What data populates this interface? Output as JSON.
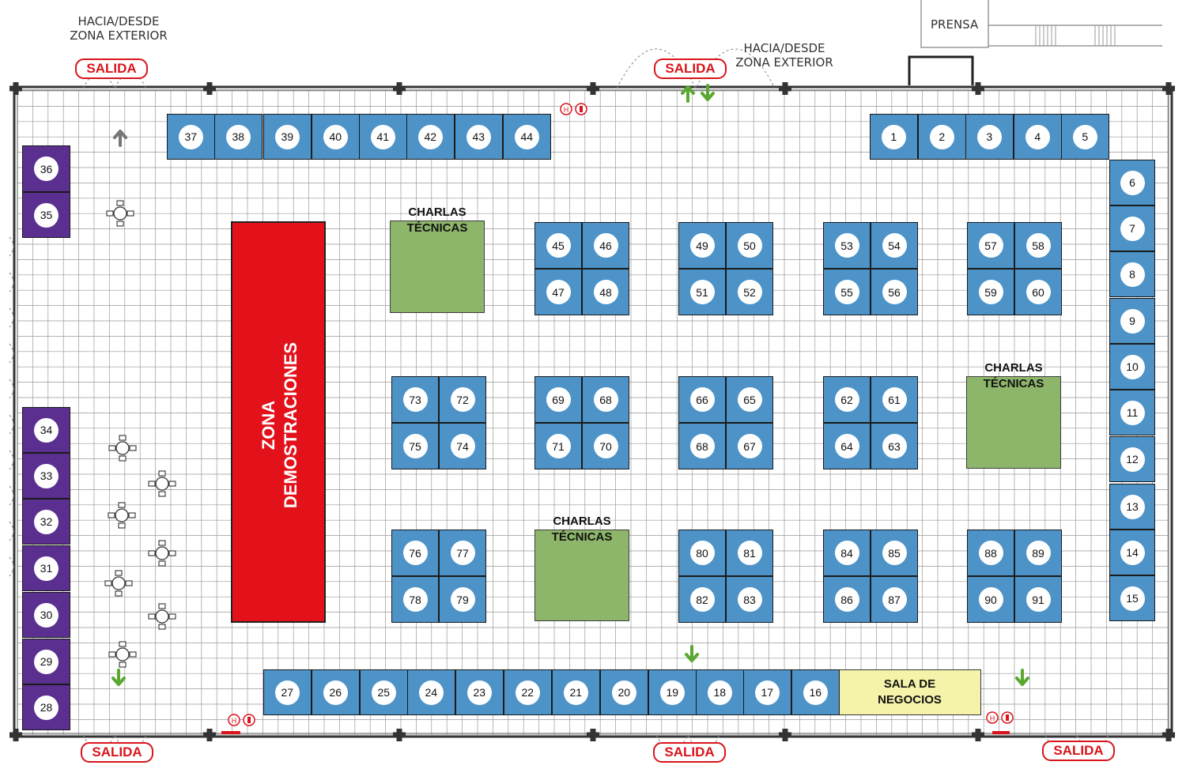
{
  "labels": {
    "exterior_left": "HACIA/DESDE\nZONA EXTERIOR",
    "exterior_top": "HACIA/DESDE\nZONA EXTERIOR",
    "prensa": "PRENSA"
  },
  "exits": [
    "SALIDA",
    "SALIDA",
    "SALIDA",
    "SALIDA",
    "SALIDA"
  ],
  "zones": {
    "charlas_1": "CHARLAS\nTÉCNICAS",
    "charlas_2": "CHARLAS\nTÉCNICAS",
    "charlas_3": "CHARLAS\nTÉCNICAS",
    "demostraciones": "ZONA\nDEMOSTRACIONES",
    "sala_negocios": "SALA DE\nNEGOCIOS"
  },
  "booths": [
    "1",
    "2",
    "3",
    "4",
    "5",
    "6",
    "7",
    "8",
    "9",
    "10",
    "11",
    "12",
    "13",
    "14",
    "15",
    "16",
    "17",
    "18",
    "19",
    "20",
    "21",
    "22",
    "23",
    "24",
    "25",
    "26",
    "27",
    "28",
    "29",
    "30",
    "31",
    "32",
    "33",
    "34",
    "35",
    "36",
    "37",
    "38",
    "39",
    "40",
    "41",
    "42",
    "43",
    "44",
    "45",
    "46",
    "47",
    "48",
    "49",
    "50",
    "51",
    "52",
    "53",
    "54",
    "55",
    "56",
    "57",
    "58",
    "59",
    "60",
    "61",
    "62",
    "63",
    "64",
    "65",
    "66",
    "67",
    "68",
    "69",
    "70",
    "71",
    "72",
    "73",
    "74",
    "75",
    "76",
    "77",
    "78",
    "79",
    "80",
    "81",
    "82",
    "83",
    "84",
    "85",
    "86",
    "87",
    "88",
    "89",
    "90",
    "91"
  ],
  "colors": {
    "booth": "#4d93c8",
    "booth_side": "#5b2f8f",
    "talk_zone": "#8db66a",
    "demo_zone": "#e3111a",
    "sala": "#f5f3a9",
    "exit": "#d9141b",
    "arrow_green": "#5aa832",
    "arrow_grey": "#777777"
  },
  "icons": [
    "hydrant-icon",
    "extinguisher-icon",
    "table-chairs-icon",
    "arrow-up-icon",
    "arrow-down-icon"
  ]
}
